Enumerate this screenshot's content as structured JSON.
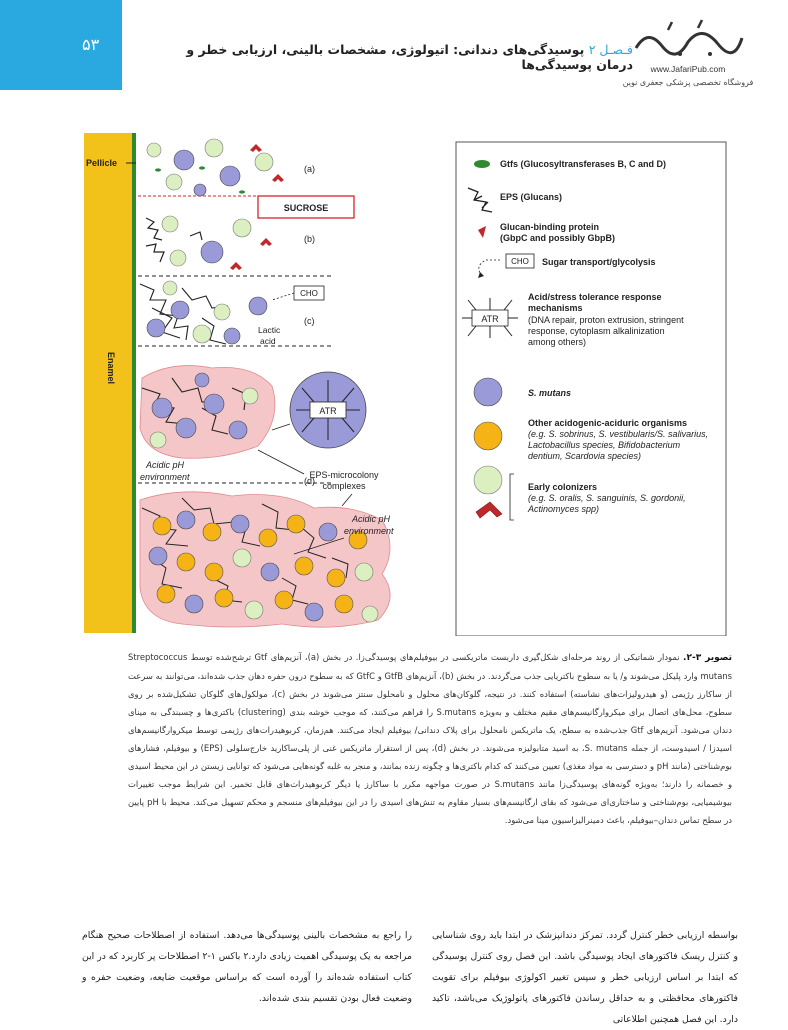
{
  "header": {
    "page_number": "۵۳",
    "chapter_label": "فـصـل ۲",
    "chapter_title": "پوسیدگی‌های دندانی: اتیولوژی، مشخصات بالینی، ارزیابی خطر و درمان پوسیدگی‌ها",
    "logo_url": "www.JafariPub.com",
    "logo_subtitle": "فروشگاه تخصصی پزشکی جعفری نوین"
  },
  "figure": {
    "left_labels": {
      "pellicle": "Pellicle",
      "enamel": "Enamel",
      "sucrose": "SUCROSE",
      "cho": "CHO",
      "lactic_acid_1": "Lactic",
      "lactic_acid_2": "acid",
      "atr": "ATR",
      "acidic_ph_1a": "Acidic pH",
      "acidic_ph_1b": "environment",
      "eps_complex_1": "EPS-microcolony",
      "eps_complex_2": "complexes",
      "acidic_ph_2a": "Acidic pH",
      "acidic_ph_2b": "environment",
      "stage_a": "(a)",
      "stage_b": "(b)",
      "stage_c": "(c)",
      "stage_d": "(d)"
    },
    "legend": {
      "gtfs": "Gtfs (Glucosyltransferases B, C and D)",
      "eps": "EPS (Glucans)",
      "gbp_1": "Glucan-binding protein",
      "gbp_2": "(GbpC and possibly GbpB)",
      "cho": "CHO",
      "sugar": "Sugar transport/glycolysis",
      "atr": "ATR",
      "atr_title_1": "Acid/stress tolerance response",
      "atr_title_2": "mechanisms",
      "atr_desc_1": "(DNA repair, proton extrusion, stringent",
      "atr_desc_2": "response, cytoplasm alkalinization",
      "atr_desc_3": "among others)",
      "s_mutans": "S. mutans",
      "other_title": "Other acidogenic-aciduric organisms",
      "other_1": "(e.g. S. sobrinus, S. vestibularis/S. salivarius,",
      "other_2": "Lactobacillus species, Bifidobacterium",
      "other_3": "dentium, Scardovia species)",
      "early_title": "Early colonizers",
      "early_1": "(e.g. S. oralis, S. sanguinis, S. gordonii,",
      "early_2": "Actinomyces spp)"
    },
    "colors": {
      "enamel": "#f2c21a",
      "pellicle_line": "#2f8a2f",
      "s_mutans": "#9a9ad8",
      "other_acid": "#f5b315",
      "early": "#dcefc0",
      "gbp": "#c0282a",
      "eps_zone": "#f5c6c8",
      "sucrose_border": "#d9232b"
    }
  },
  "caption": {
    "label": "تصویر ۳-۲.",
    "text": "نمودار شماتیکی از روند مرحله‌ای شکل‌گیری داربست ماتریکسی در بیوفیلم‌های پوسیدگی‌زا. در بخش (a)، آنزیم‌های Gtf ترشح‌شده توسط Streptococcus mutans وارد پلیکل می‌شوند و/ یا به سطوح باکتریایی جذب می‌گردند. در بخش (b)، آنزیم‌های GtfB و GtfC که به سطوح درون حفره دهان جذب شده‌اند، می‌توانند به سرعت از ساکارز رژیمی (و هیدرولیزات‌های نشاسته) استفاده کنند. در نتیجه، گلوکان‌های محلول و نامحلول سنتز می‌شوند در بخش (c)، مولکول‌های گلوکان تشکیل‌شده بر روی سطوح، محل‌های اتصال برای میکروارگانیسم‌های مقیم مختلف و به‌ویژه S.mutans را فراهم می‌کنند، که موجب خوشه بندی (clustering) باکتری‌ها و چسبندگی به مینای دندان می‌شود. آنزیم‌های Gtf جذب‌شده به سطح، یک ماتریکس نامحلول برای پلاک دندانی/ بیوفیلم ایجاد می‌کنند. هم‌زمان، کربوهیدرات‌های رژیمی توسط میکروارگانیسم‌های اسیدزا / اسیدوست، از جمله S. mutans، به اسید متابولیزه می‌شوند. در بخش (d)، پس از استقرار ماتریکس غنی از پلی‌ساکارید خارج‌سلولی (EPS) و بیوفیلم، فشارهای بوم‌شناختی (مانند pH و دسترسی به مواد مغذی) تعیین می‌کنند که کدام باکتری‌ها و چگونه زنده بمانند، و منجر به غلبه گونه‌هایی می‌شود که توانایی زیستن در این محیط اسیدی و خصمانه را دارند؛ به‌ویژه گونه‌های پوسیدگی‌زا مانند S.mutans در صورت مواجهه مکرر با ساکارز یا دیگر کربوهیدرات‌های قابل تخمیر. این شرایط موجب تغییرات بیوشیمیایی، بوم‌شناختی و ساختاری‌ای می‌شود که بقای ارگانیسم‌های بسیار مقاوم به تنش‌های اسیدی را در این بیوفیلم‌های منسجم و محکم تسهیل می‌کند. محیط با pH پایین در سطح تماس دندان–بیوفیلم، باعث دمینرالیزاسیون مینا می‌شود."
  },
  "body": {
    "right_col": "بواسطه ارزیابی خطر کنترل گردد. تمرکز دندانپزشک در ابتدا باید روی شناسایی و کنترل ریسک فاکتورهای ایجاد پوسیدگی باشد. این فصل روی کنترل پوسیدگی که ابتدا بر اساس ارزیابی خطر و سپس تغییر اکولوژی بیوفیلم برای تقویت فاکتورهای محافظتی و به حداقل رساندن فاکتورهای پاتولوژیک می‌باشد، تاکید دارد. این فصل همچنین اطلاعاتی",
    "left_col": "را راجع به مشخصات بالینی پوسیدگی‌ها می‌دهد. استفاده از اصطلاحات صحیح هنگام مراجعه به یک پوسیدگی اهمیت زیادی دارد.۲ باکس ۱-۲ اصطلاحات پر کاربرد که در این کتاب استفاده شده‌اند را آورده است که براساس موقعیت ضایعه، وضعیت حفره و وضعیت فعال بودن تقسیم بندی شده‌اند."
  }
}
